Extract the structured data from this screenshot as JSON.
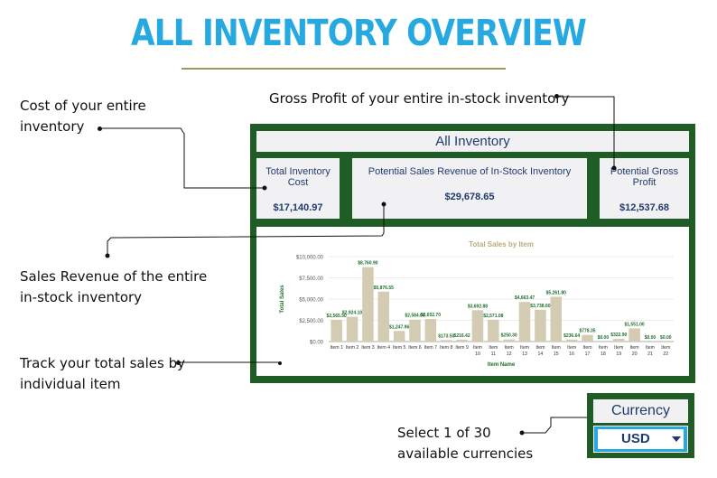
{
  "title": "ALL INVENTORY OVERVIEW",
  "annotations": {
    "gross_profit": "Gross Profit of your entire in-stock inventory",
    "cost_line1": "Cost of your entire",
    "cost_line2": "inventory",
    "revenue_line1": "Sales Revenue of the entire",
    "revenue_line2": "in-stock inventory",
    "track_line1": "Track your total sales by",
    "track_line2": "individual item",
    "currency_line1": "Select 1 of 30",
    "currency_line2": "available currencies"
  },
  "dashboard": {
    "header": "All Inventory",
    "cards": [
      {
        "label": "Total Inventory Cost",
        "value": "$17,140.97"
      },
      {
        "label": "Potential Sales Revenue of In-Stock Inventory",
        "value": "$29,678.65"
      },
      {
        "label": "Potential Gross Profit",
        "value": "$12,537.68"
      }
    ]
  },
  "currency": {
    "label": "Currency",
    "selected": "USD"
  },
  "colors": {
    "title_blue": "#26a9e0",
    "panel_green": "#1f5c26",
    "bar_fill": "#d4cbb3",
    "label_green": "#1f6e2a",
    "navy": "#1f3a70"
  },
  "chart_data": {
    "type": "bar",
    "title": "Total Sales by Item",
    "xlabel": "Item Name",
    "ylabel": "Total Sales",
    "ylim": [
      0,
      10000
    ],
    "yticks": [
      "$0.00",
      "$2,500.00",
      "$5,000.00",
      "$7,500.00",
      "$10,000.00"
    ],
    "grid": true,
    "categories": [
      "Item 1",
      "Item 2",
      "Item 3",
      "Item 4",
      "Item 5",
      "Item 6",
      "Item 7",
      "Item 8",
      "Item 9",
      "Item 10",
      "Item 11",
      "Item 12",
      "Item 13",
      "Item 14",
      "Item 15",
      "Item 16",
      "Item 17",
      "Item 18",
      "Item 19",
      "Item 20",
      "Item 21",
      "Item 22"
    ],
    "values": [
      2565.5,
      2924.1,
      8760.9,
      5876.55,
      1247.96,
      2584.0,
      2652.7,
      173.5,
      216.42,
      3692.88,
      2571.08,
      250.3,
      4663.47,
      3738.6,
      5261.8,
      236.64,
      778.35,
      0,
      322.9,
      1551.0,
      0,
      0
    ],
    "data_labels": [
      "$2,565.50",
      "$2,924.10",
      "$8,760.90",
      "$5,876.55",
      "$1,247.96",
      "$2,584.00",
      "$2,652.70",
      "$173.50",
      "$216.42",
      "$3,692.88",
      "$2,571.08",
      "$250.30",
      "$4,663.47",
      "$3,738.60",
      "$5,261.80",
      "$236.64",
      "$778.35",
      "$0.00",
      "$322.90",
      "$1,551.00",
      "$0.00",
      "$0.00"
    ]
  }
}
